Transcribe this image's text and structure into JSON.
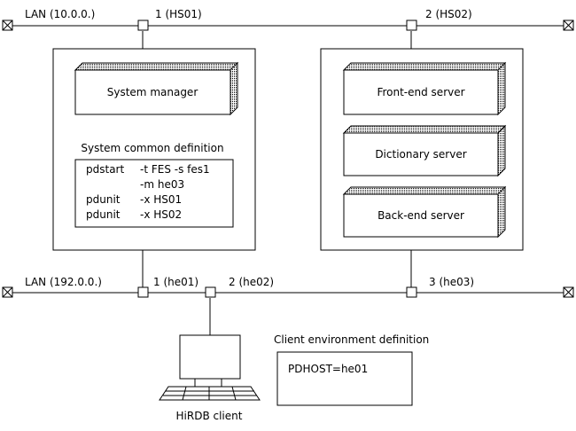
{
  "lans": {
    "top": {
      "label": "LAN (10.0.0.)"
    },
    "bottom": {
      "label": "LAN (192.0.0.)"
    }
  },
  "ports": {
    "p1_hs01": "1 (HS01)",
    "p2_hs02": "2 (HS02)",
    "p1_he01": "1 (he01)",
    "p2_he02": "2 (he02)",
    "p3_he03": "3 (he03)"
  },
  "host_left": {
    "system_manager": "System manager",
    "common_def_title": "System common definition",
    "def_rows": [
      {
        "cmd": "pdstart",
        "args": "-t FES   -s fes1"
      },
      {
        "cmd": "",
        "args": "-m he03"
      },
      {
        "cmd": "pdunit",
        "args": "-x HS01"
      },
      {
        "cmd": "pdunit",
        "args": "-x HS02"
      }
    ]
  },
  "host_right": {
    "servers": [
      "Front-end server",
      "Dictionary server",
      "Back-end server"
    ]
  },
  "client": {
    "label": "HiRDB client",
    "env_title": "Client environment definition",
    "env_value": "PDHOST=he01"
  }
}
